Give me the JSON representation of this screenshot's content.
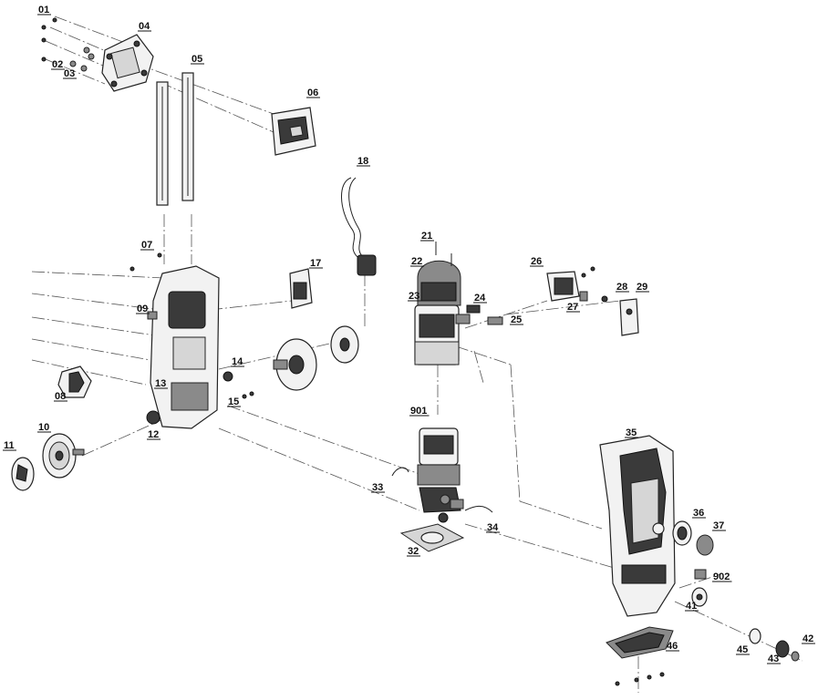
{
  "labels": [
    "01",
    "02",
    "03",
    "04",
    "05",
    "06",
    "07",
    "08",
    "09",
    "10",
    "11",
    "12",
    "13",
    "14",
    "15",
    "17",
    "18",
    "21",
    "22",
    "23",
    "24",
    "25",
    "26",
    "27",
    "28",
    "29",
    "32",
    "33",
    "34",
    "35",
    "36",
    "37",
    "41",
    "42",
    "43",
    "45",
    "46",
    "901",
    "902"
  ]
}
